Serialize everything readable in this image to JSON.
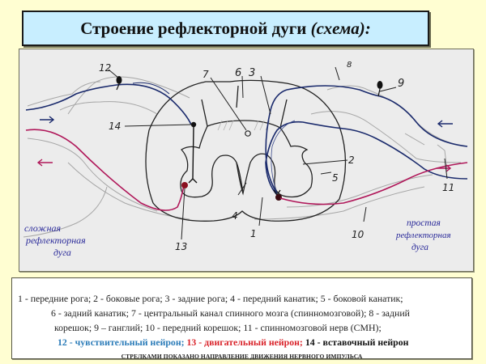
{
  "title": {
    "main": "Строение рефлекторной дуги",
    "italic": "(схема):"
  },
  "diagram": {
    "labels": {
      "n1": "1",
      "n2": "2",
      "n3": "3",
      "n4": "4",
      "n5": "5",
      "n6": "6",
      "n7": "7",
      "n8": "8",
      "n9": "9",
      "n10": "10",
      "n11": "11",
      "n12": "12",
      "n13": "13",
      "n14": "14"
    },
    "handwritten_left": [
      "сложная",
      "рефлекторная",
      "дуга"
    ],
    "handwritten_right": [
      "простая",
      "рефлекторная",
      "дуга"
    ],
    "colors": {
      "sensory": "#1a2a6c",
      "motor": "#b0185a",
      "outline": "#222222",
      "faint": "#9a9a9a"
    },
    "arrows": [
      {
        "position": "left-top",
        "direction": "right",
        "color": "#1a2a6c"
      },
      {
        "position": "left-bottom",
        "direction": "left",
        "color": "#b0185a"
      },
      {
        "position": "right-top",
        "direction": "left",
        "color": "#1a2a6c"
      },
      {
        "position": "right-bottom",
        "direction": "right",
        "color": "#b0185a"
      }
    ]
  },
  "legend": {
    "line1": "1 - передние рога; 2 - боковые рога; 3 - задние рога;  4 - передний канатик;  5 - боковой канатик;",
    "line2": "6 - задний канатик; 7 - центральный канал спинного мозга (спинномозговой);  8 - задний",
    "line3": "корешок;  9 – ганглий; 10 - передний корешок; 11 - спинномозговой нерв (СМН);",
    "line4": {
      "sensory": "12 - чувствительный нейрон;",
      "motor": "13 - двигательный нейрон;",
      "interneuron": "14 - вставочный нейрон"
    },
    "footer": "СТРЕЛКАМИ ПОКАЗАНО НАПРАВЛЕНИЕ ДВИЖЕНИЯ НЕРВНОГО ИМПУЛЬСА",
    "colors": {
      "sensory": "#2a7bb8",
      "motor": "#d9232a",
      "interneuron": "#111111"
    }
  }
}
